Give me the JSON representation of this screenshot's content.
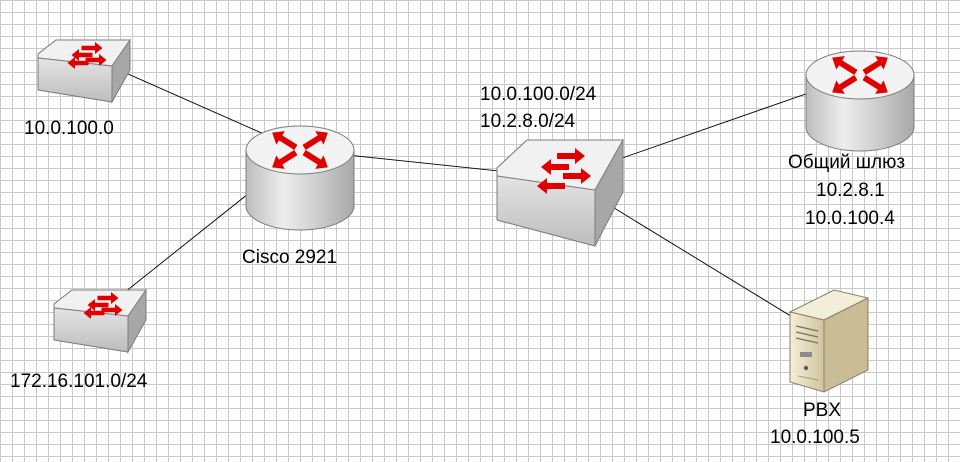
{
  "colors": {
    "arrow": "#e00000",
    "device_body": "#d7d7d7",
    "device_top": "#f4f4f4",
    "link": "#000000",
    "server_case": "#ebe3c4"
  },
  "devices": {
    "switch_top_left": {
      "icon": "switch-icon",
      "label": "10.0.100.0"
    },
    "switch_bottom_left": {
      "icon": "switch-icon",
      "label": "172.16.101.0/24"
    },
    "router_cisco": {
      "icon": "router-icon",
      "label": "Cisco 2921"
    },
    "switch_core": {
      "icon": "switch-icon",
      "label_line1": "10.0.100.0/24",
      "label_line2": "10.2.8.0/24"
    },
    "router_gateway": {
      "icon": "router-icon",
      "label_line1": "Общий шлюз",
      "label_line2": "10.2.8.1",
      "label_line3": "10.0.100.4"
    },
    "server_pbx": {
      "icon": "server-icon",
      "label_line1": "PBX",
      "label_line2": "10.0.100.5"
    }
  }
}
